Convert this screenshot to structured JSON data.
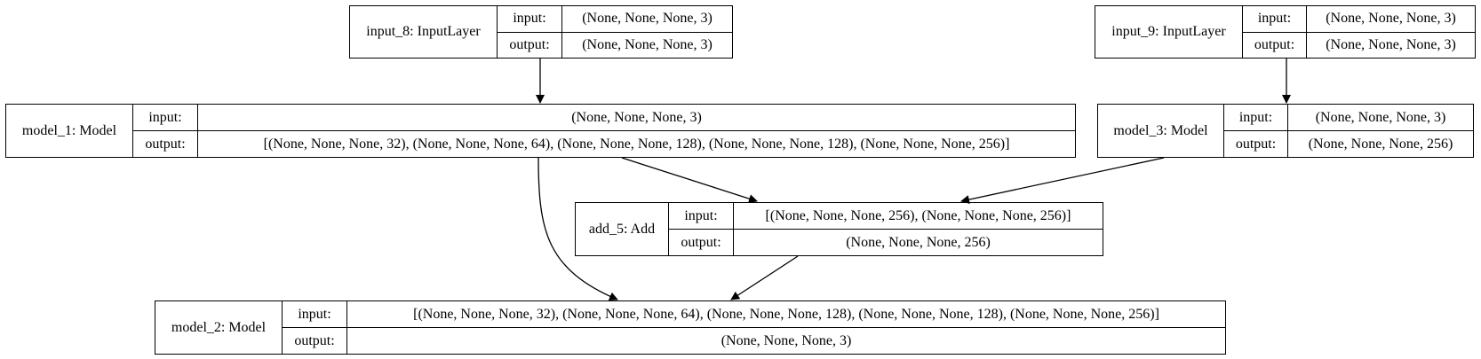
{
  "diagram": {
    "ports": {
      "input": "input:",
      "output": "output:"
    },
    "nodes": {
      "input_8": {
        "name": "input_8: InputLayer",
        "input": "(None, None, None, 3)",
        "output": "(None, None, None, 3)"
      },
      "input_9": {
        "name": "input_9: InputLayer",
        "input": "(None, None, None, 3)",
        "output": "(None, None, None, 3)"
      },
      "model_1": {
        "name": "model_1: Model",
        "input": "(None, None, None, 3)",
        "output": "[(None, None, None, 32), (None, None, None, 64), (None, None, None, 128), (None, None, None, 128), (None, None, None, 256)]"
      },
      "model_3": {
        "name": "model_3: Model",
        "input": "(None, None, None, 3)",
        "output": "(None, None, None, 256)"
      },
      "add_5": {
        "name": "add_5: Add",
        "input": "[(None, None, None, 256), (None, None, None, 256)]",
        "output": "(None, None, None, 256)"
      },
      "model_2": {
        "name": "model_2: Model",
        "input": "[(None, None, None, 32), (None, None, None, 64), (None, None, None, 128), (None, None, None, 128), (None, None, None, 256)]",
        "output": "(None, None, None, 3)"
      }
    },
    "edges": [
      {
        "from": "input_8",
        "to": "model_1"
      },
      {
        "from": "input_9",
        "to": "model_3"
      },
      {
        "from": "model_1",
        "to": "add_5"
      },
      {
        "from": "model_3",
        "to": "add_5"
      },
      {
        "from": "model_1",
        "to": "model_2"
      },
      {
        "from": "add_5",
        "to": "model_2"
      }
    ]
  }
}
